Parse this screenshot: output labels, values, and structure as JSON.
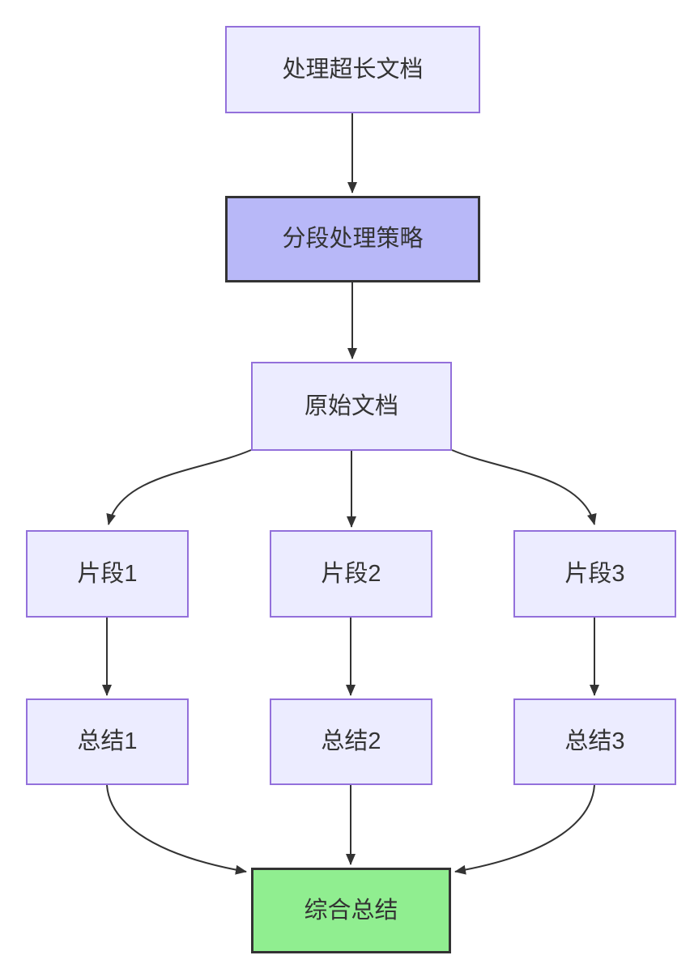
{
  "diagram": {
    "type": "flowchart",
    "direction": "top-down",
    "nodes": [
      {
        "id": "process-long-doc",
        "label": "处理超长文档",
        "style": "default"
      },
      {
        "id": "segment-strategy",
        "label": "分段处理策略",
        "style": "highlight"
      },
      {
        "id": "original-doc",
        "label": "原始文档",
        "style": "default"
      },
      {
        "id": "fragment-1",
        "label": "片段1",
        "style": "default"
      },
      {
        "id": "fragment-2",
        "label": "片段2",
        "style": "default"
      },
      {
        "id": "fragment-3",
        "label": "片段3",
        "style": "default"
      },
      {
        "id": "summary-1",
        "label": "总结1",
        "style": "default"
      },
      {
        "id": "summary-2",
        "label": "总结2",
        "style": "default"
      },
      {
        "id": "summary-3",
        "label": "总结3",
        "style": "default"
      },
      {
        "id": "final-summary",
        "label": "综合总结",
        "style": "success"
      }
    ],
    "edges": [
      {
        "from": "process-long-doc",
        "to": "segment-strategy"
      },
      {
        "from": "segment-strategy",
        "to": "original-doc"
      },
      {
        "from": "original-doc",
        "to": "fragment-1"
      },
      {
        "from": "original-doc",
        "to": "fragment-2"
      },
      {
        "from": "original-doc",
        "to": "fragment-3"
      },
      {
        "from": "fragment-1",
        "to": "summary-1"
      },
      {
        "from": "fragment-2",
        "to": "summary-2"
      },
      {
        "from": "fragment-3",
        "to": "summary-3"
      },
      {
        "from": "summary-1",
        "to": "final-summary"
      },
      {
        "from": "summary-2",
        "to": "final-summary"
      },
      {
        "from": "summary-3",
        "to": "final-summary"
      }
    ],
    "colors": {
      "node_fill": "#ECECFF",
      "node_border": "#9370DB",
      "highlight_fill": "#B8B8F8",
      "success_fill": "#90EE90",
      "dark_border": "#333333",
      "edge": "#333333",
      "text": "#333333",
      "background": "#FFFFFF"
    }
  }
}
